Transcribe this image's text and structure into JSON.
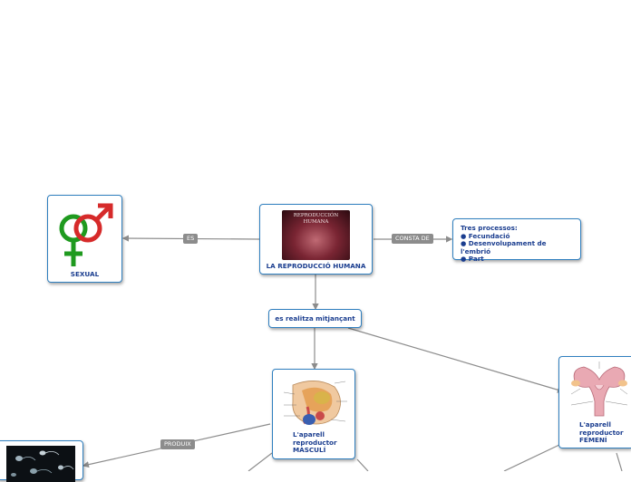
{
  "nodes": {
    "sexual": {
      "label": "SEXUAL"
    },
    "main": {
      "label": "LA REPRODUCCIÓ HUMANA",
      "image_title": "REPRODUCCIÓN HUMANA"
    },
    "processes": {
      "title": "Tres processos:",
      "items": [
        "● Fecundació",
        "● Desenvolupament de l'embrió",
        "● Part"
      ]
    },
    "via": {
      "label": "es realitza mitjançant"
    },
    "male": {
      "label": "L'aparell reproductor MASCULÍ"
    },
    "female": {
      "label": "L'aparell reproductor FEMENÍ"
    }
  },
  "edges": {
    "es": "ES",
    "consta_de": "CONSTA DE",
    "produix": "PRODUIX"
  },
  "colors": {
    "node_border": "#2f7fbf",
    "node_text": "#1a3d8f",
    "edge_line": "#8c8c8c",
    "female_symbol": "#1f9a1f",
    "male_symbol": "#d62a2a"
  },
  "icons": [
    "gender-symbols-icon",
    "reproduction-image",
    "male-anatomy-image",
    "female-anatomy-image",
    "sperm-image"
  ]
}
